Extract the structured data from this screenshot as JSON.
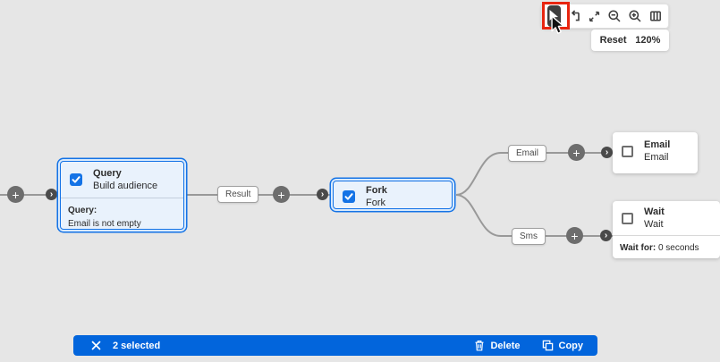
{
  "colors": {
    "canvas_bg": "#e6e6e6",
    "accent_blue": "#1473e6",
    "action_bar_blue": "#0265dc",
    "selected_node_fill": "#e9f2fc",
    "connector_gray": "#999999",
    "annotation_red": "#e8250f"
  },
  "icons": {
    "plus": "+",
    "chevron_right": "›"
  },
  "toolbar": {
    "reset_label": "Reset",
    "zoom_level": "120%"
  },
  "nodes": {
    "query": {
      "title": "Query",
      "subtitle": "Build audience",
      "detail_label": "Query:",
      "detail_value": "Email is not empty",
      "checked": true
    },
    "fork": {
      "title": "Fork",
      "subtitle": "Fork",
      "checked": true
    },
    "email": {
      "title": "Email",
      "subtitle": "Email",
      "checked": false
    },
    "wait": {
      "title": "Wait",
      "subtitle": "Wait",
      "detail_label": "Wait for:",
      "detail_value": "0 seconds",
      "checked": false
    }
  },
  "labels": {
    "result": "Result",
    "email_branch": "Email",
    "sms_branch": "Sms"
  },
  "action_bar": {
    "selected_count": "2 selected",
    "delete_label": "Delete",
    "copy_label": "Copy"
  }
}
